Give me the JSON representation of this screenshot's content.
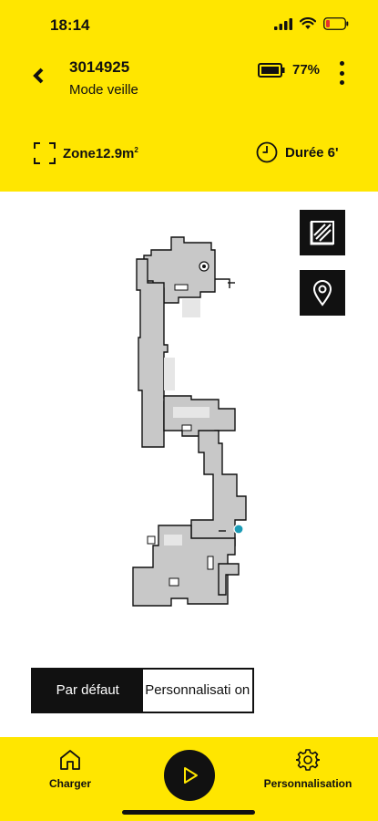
{
  "status_bar": {
    "time": "18:14"
  },
  "header": {
    "device_id": "3014925",
    "mode": "Mode veille",
    "battery_pct": "77%",
    "zone_label": "Zone",
    "zone_value": "12.9m",
    "zone_unit_sup": "2",
    "duration_label": "Durée 6'"
  },
  "mode_toggle": {
    "default_label": "Par défaut",
    "custom_label": "Personnalisati on"
  },
  "bottom_nav": {
    "charger_label": "Charger",
    "settings_label": "Personnalisation"
  },
  "colors": {
    "accent_yellow": "#FFE600",
    "map_fill": "#C8C8C8",
    "dark": "#111111",
    "robot_marker": "#1B9BB5"
  },
  "icons": {
    "back": "chevron-left-icon",
    "menu": "kebab-icon",
    "zone": "zone-frame-icon",
    "duration": "clock-icon",
    "map_edit": "map-edit-icon",
    "location": "location-pin-icon",
    "charger": "home-icon",
    "play": "play-icon",
    "settings": "gear-icon"
  }
}
